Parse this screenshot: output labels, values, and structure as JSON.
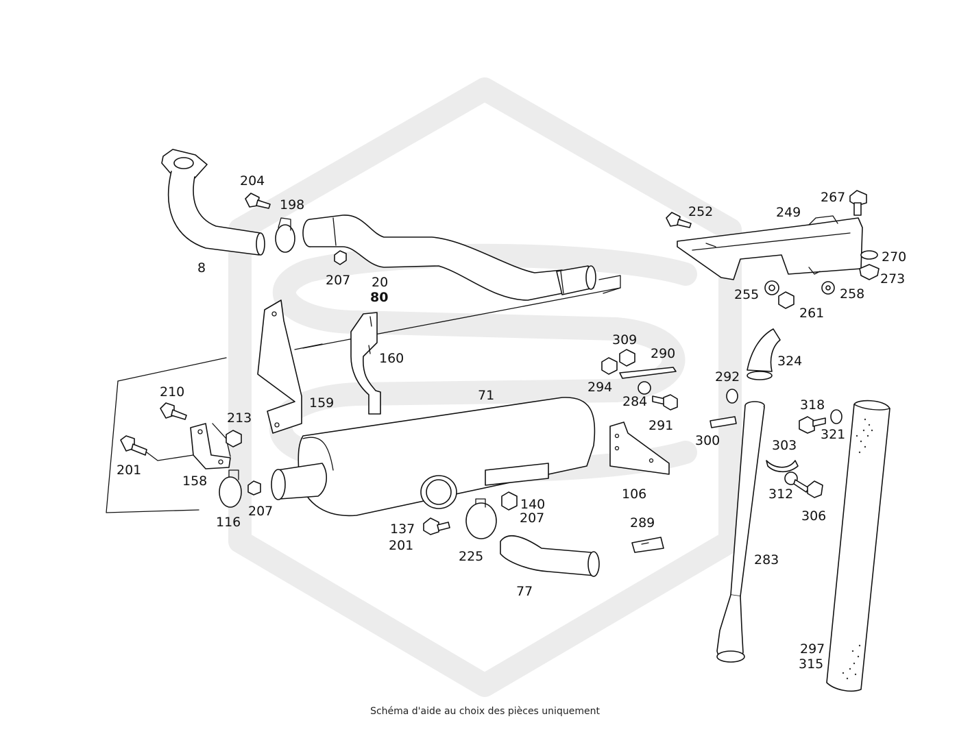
{
  "caption": "Schéma d'aide au choix des pièces uniquement",
  "labels": {
    "p8": "8",
    "p204": "204",
    "p198": "198",
    "p207a": "207",
    "p20": "20",
    "p80": "80",
    "p252": "252",
    "p249": "249",
    "p267": "267",
    "p270": "270",
    "p273": "273",
    "p255": "255",
    "p261": "261",
    "p258": "258",
    "p160": "160",
    "p309": "309",
    "p290": "290",
    "p294": "294",
    "p284": "284",
    "p291": "291",
    "p324": "324",
    "p292": "292",
    "p300": "300",
    "p318": "318",
    "p321": "321",
    "p303": "303",
    "p312": "312",
    "p306": "306",
    "p210": "210",
    "p213": "213",
    "p201a": "201",
    "p158": "158",
    "p116": "116",
    "p207b": "207",
    "p159": "159",
    "p71": "71",
    "p106": "106",
    "p140": "140",
    "p207c": "207",
    "p137": "137",
    "p201b": "201",
    "p225": "225",
    "p77": "77",
    "p289": "289",
    "p283": "283",
    "p297": "297",
    "p315": "315"
  }
}
